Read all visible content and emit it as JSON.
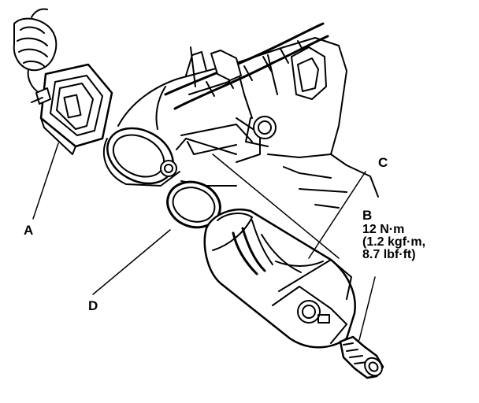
{
  "callouts": {
    "a": "A",
    "b": "B",
    "c": "C",
    "d": "D"
  },
  "torque_spec": {
    "line1": "12 N·m",
    "line2": "(1.2 kgf·m,",
    "line3": "8.7 lbf·ft)"
  },
  "colors": {
    "ink": "#000000",
    "paper": "#ffffff"
  }
}
